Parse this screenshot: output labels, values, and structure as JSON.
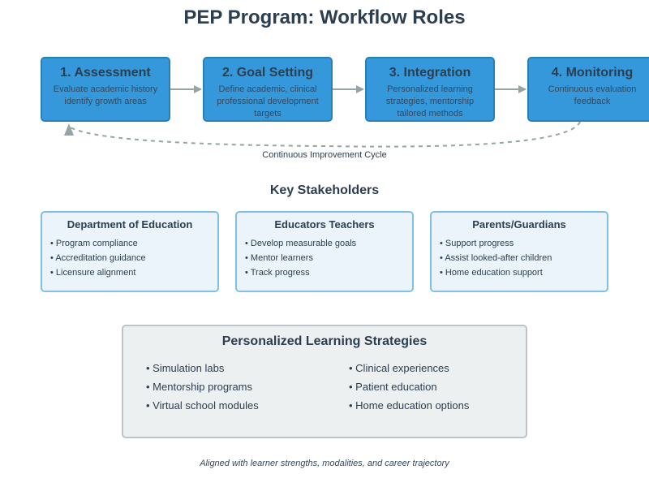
{
  "title": "PEP Program: Workflow Roles",
  "steps": [
    {
      "title": "1. Assessment",
      "desc": "Evaluate academic history identify growth areas"
    },
    {
      "title": "2. Goal Setting",
      "desc": "Define academic, clinical professional development targets"
    },
    {
      "title": "3. Integration",
      "desc": "Personalized learning strategies, mentorship tailored methods"
    },
    {
      "title": "4. Monitoring",
      "desc": "Continuous evaluation feedback"
    }
  ],
  "cycle_label": "Continuous Improvement Cycle",
  "stakeholders": {
    "title": "Key Stakeholders",
    "groups": [
      {
        "name": "Department of Education",
        "items": [
          "Program compliance",
          "Accreditation guidance",
          "Licensure alignment"
        ]
      },
      {
        "name": "Educators Teachers",
        "items": [
          "Develop measurable goals",
          "Mentor learners",
          "Track progress"
        ]
      },
      {
        "name": "Parents/Guardians",
        "items": [
          "Support progress",
          "Assist looked-after children",
          "Home education support"
        ]
      }
    ]
  },
  "strategies": {
    "title": "Personalized Learning Strategies",
    "left": [
      "Simulation labs",
      "Mentorship programs",
      "Virtual school modules"
    ],
    "right": [
      "Clinical experiences",
      "Patient education",
      "Home education options"
    ]
  },
  "footnote": "Aligned with learner strengths, modalities, and career trajectory",
  "colors": {
    "step_fill": "#3498db",
    "step_border": "#2980b9",
    "arrow": "#95a5a6",
    "stakeholder_fill": "#eaf4fa",
    "stakeholder_border": "#7fbfe3",
    "strategies_fill": "#ecf0f1",
    "strategies_border": "#bdc3c7",
    "text": "#2c3e50"
  }
}
